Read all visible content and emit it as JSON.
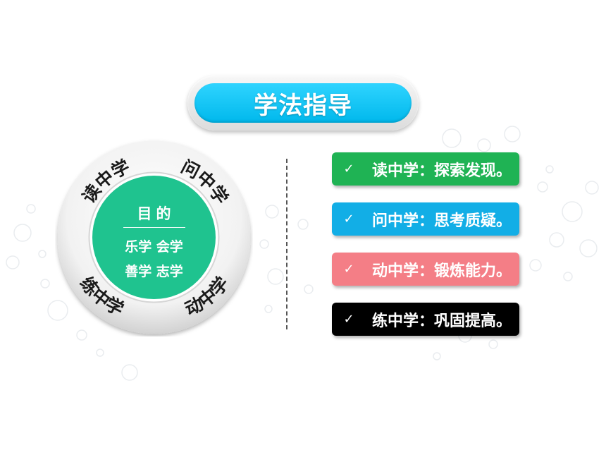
{
  "title": "学法指导",
  "ring": {
    "top_left": "读中学",
    "top_right": "问中学",
    "bottom_left": "练中学",
    "bottom_right": "动中学",
    "center_title": "目的",
    "center_line1": "乐学 会学",
    "center_line2": "善学 志学",
    "center_color": "#1fc38f"
  },
  "cards": [
    {
      "check": "✓",
      "text": "读中学：探索发现。",
      "color": "#1fb354"
    },
    {
      "check": "✓",
      "text": "问中学：思考质疑。",
      "color": "#12aee6"
    },
    {
      "check": "✓",
      "text": "动中学：锻炼能力。",
      "color": "#f47e86"
    },
    {
      "check": "✓",
      "text": "练中学：巩固提高。",
      "color": "#000000"
    }
  ]
}
